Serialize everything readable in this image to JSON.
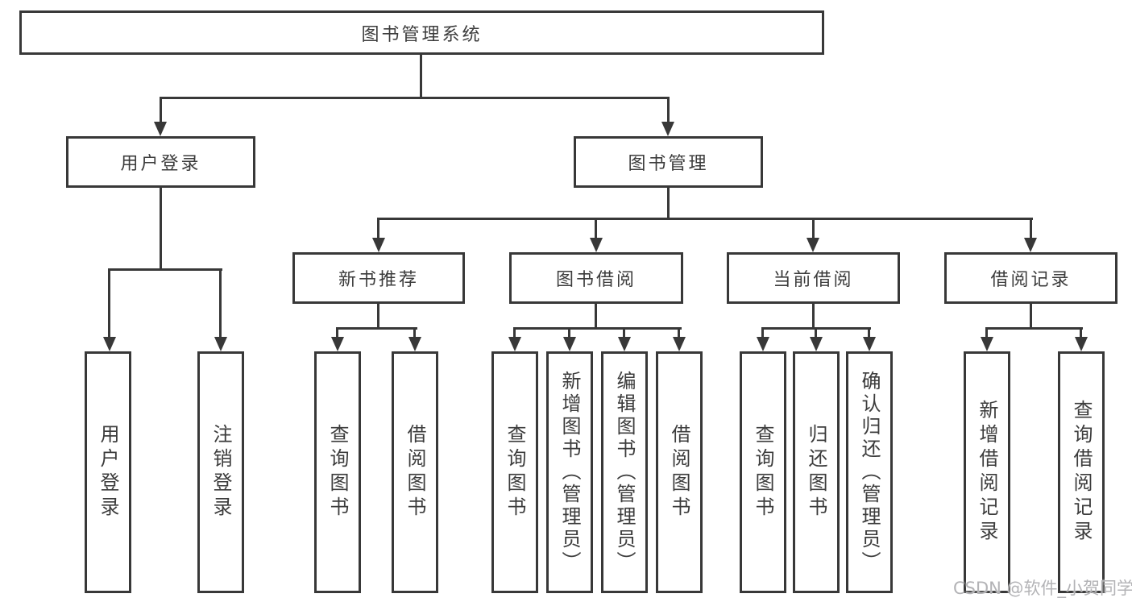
{
  "nodes": {
    "root": "图书管理系统",
    "user_login": "用户登录",
    "book_management": "图书管理",
    "new_book_recommend": "新书推荐",
    "book_borrow": "图书借阅",
    "current_borrow": "当前借阅",
    "borrow_records": "借阅记录",
    "leaf_user_login": "用户登录",
    "leaf_logout": "注销登录",
    "leaf_nb_query_book": "查询图书",
    "leaf_nb_borrow_book": "借阅图书",
    "leaf_bb_query_book": "查询图书",
    "leaf_bb_add_book_admin": "新增图书（管理员）",
    "leaf_bb_edit_book_admin": "编辑图书（管理员）",
    "leaf_bb_borrow_book": "借阅图书",
    "leaf_cb_query_book": "查询图书",
    "leaf_cb_return_book": "归还图书",
    "leaf_cb_confirm_return_admin": "确认归还（管理员）",
    "leaf_br_add_record": "新增借阅记录",
    "leaf_br_query_record": "查询借阅记录"
  },
  "watermark": "CSDN @软件_小贺同学",
  "colors": {
    "line": "#383838",
    "text": "#3c3c3c",
    "watermark": "#b3b3b6",
    "background": "#ffffff"
  }
}
